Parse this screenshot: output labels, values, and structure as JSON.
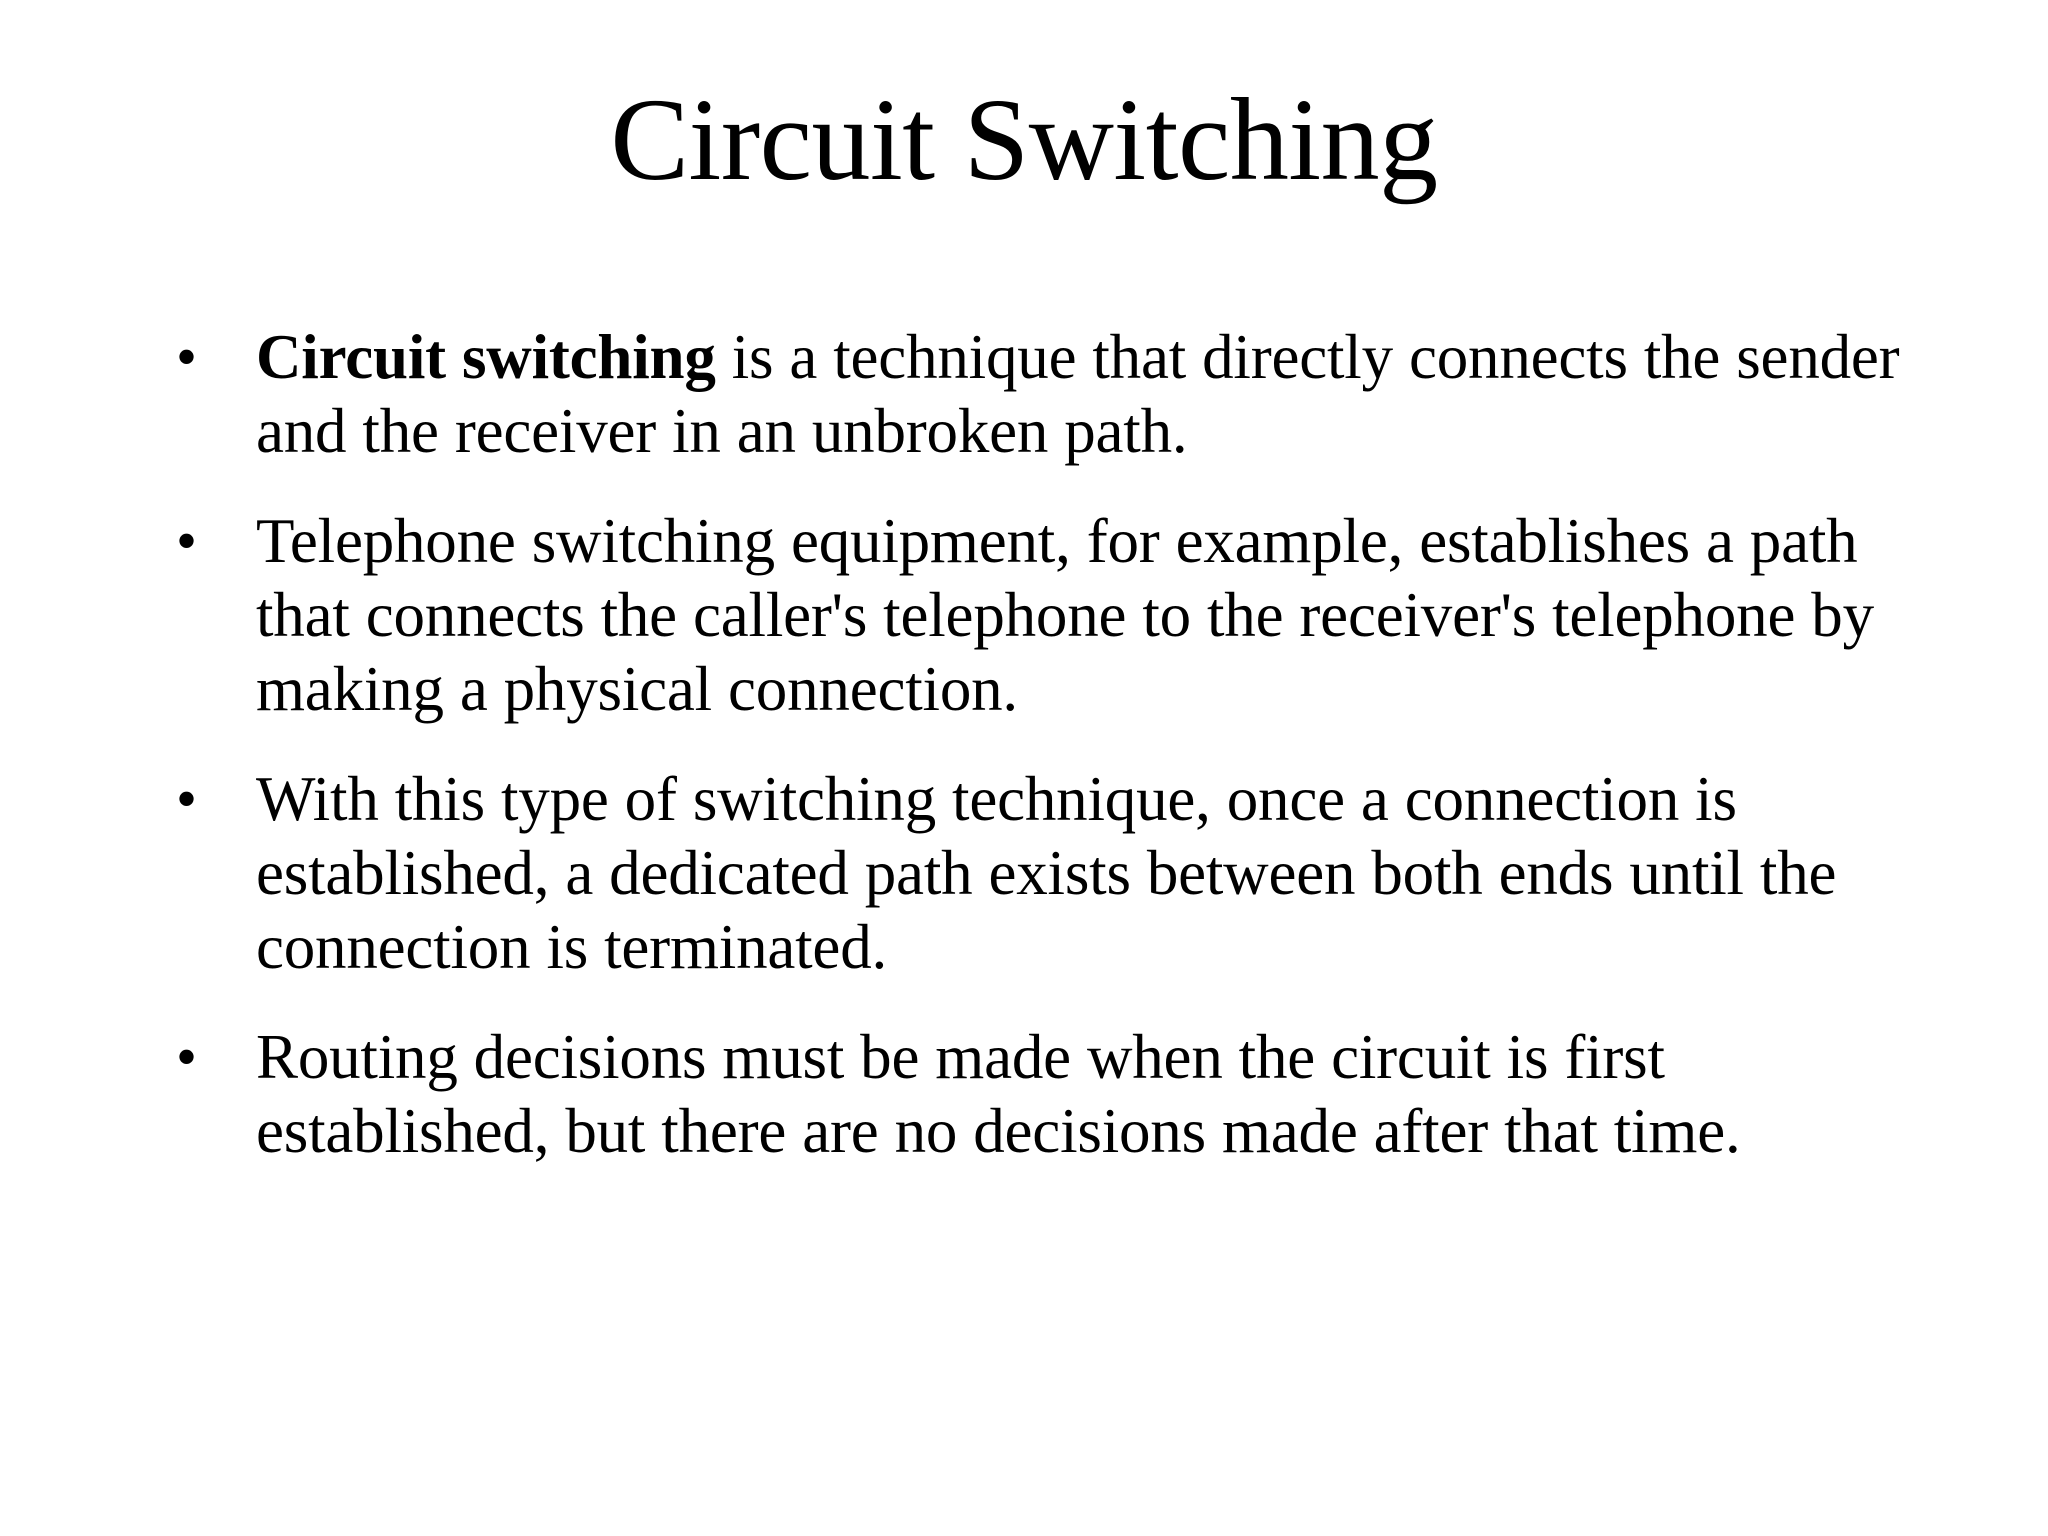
{
  "slide": {
    "title": "Circuit Switching",
    "background_color": "#ffffff",
    "text_color": "#000000",
    "bullet_glyph": "•",
    "bullets": [
      {
        "lead_bold": "Circuit switching",
        "rest": " is a technique that directly connects the sender and the receiver in an unbroken path."
      },
      {
        "lead_bold": "",
        "rest": "Telephone switching equipment, for example, establishes a path that connects the caller's telephone to the receiver's telephone by making a physical connection."
      },
      {
        "lead_bold": "",
        "rest": "With this type of switching technique, once a connection is established, a dedicated path exists between both ends until the connection is terminated."
      },
      {
        "lead_bold": "",
        "rest": "Routing decisions must be made when the circuit is first established, but there are no decisions made after that time."
      }
    ]
  }
}
